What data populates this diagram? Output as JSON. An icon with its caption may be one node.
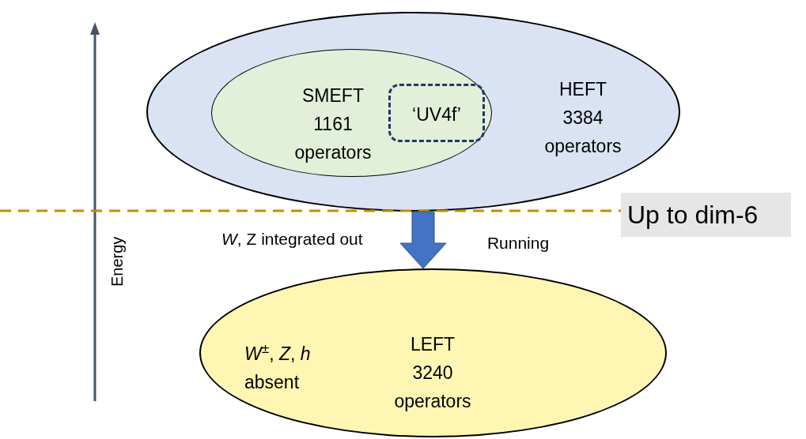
{
  "diagram": {
    "nodes": [
      {
        "text": [
          "HEFT 3384 operators"
        ]
      },
      {
        "text": [
          "SMEFT 1161 operators"
        ],
        "in": 0
      },
      {
        "text": [
          "‘UV4f’"
        ],
        "in": 1
      },
      {
        "text": [
          "*W*$^{±}$, *Z*, *h* absent",
          "LEFT 3240 operators"
        ]
      }
    ],
    "edges": [
      {
        "from": 0,
        "to": 3,
        "arrow": "to",
        "style": "thick",
        "color": "#4472c4"
      }
    ],
    "labels": [
      "Energy",
      "Up to dim-6",
      "*W*, Z integrated out",
      "Running"
    ]
  }
}
